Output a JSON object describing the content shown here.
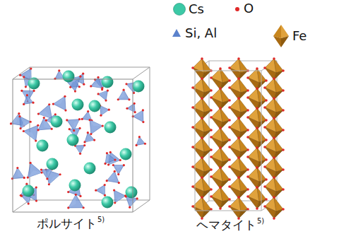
{
  "diagram": {
    "labels": [
      "ポルサイト",
      "5)",
      "ヘマタイト",
      "5)"
    ],
    "legend": [
      {
        "text": "Cs",
        "color": "#3cc9a6"
      },
      {
        "text": "O",
        "color": "#e02828"
      },
      {
        "text": "Si, Al",
        "color": "#5b82cc"
      },
      {
        "text": "Fe",
        "color": "#c8861e"
      }
    ]
  }
}
